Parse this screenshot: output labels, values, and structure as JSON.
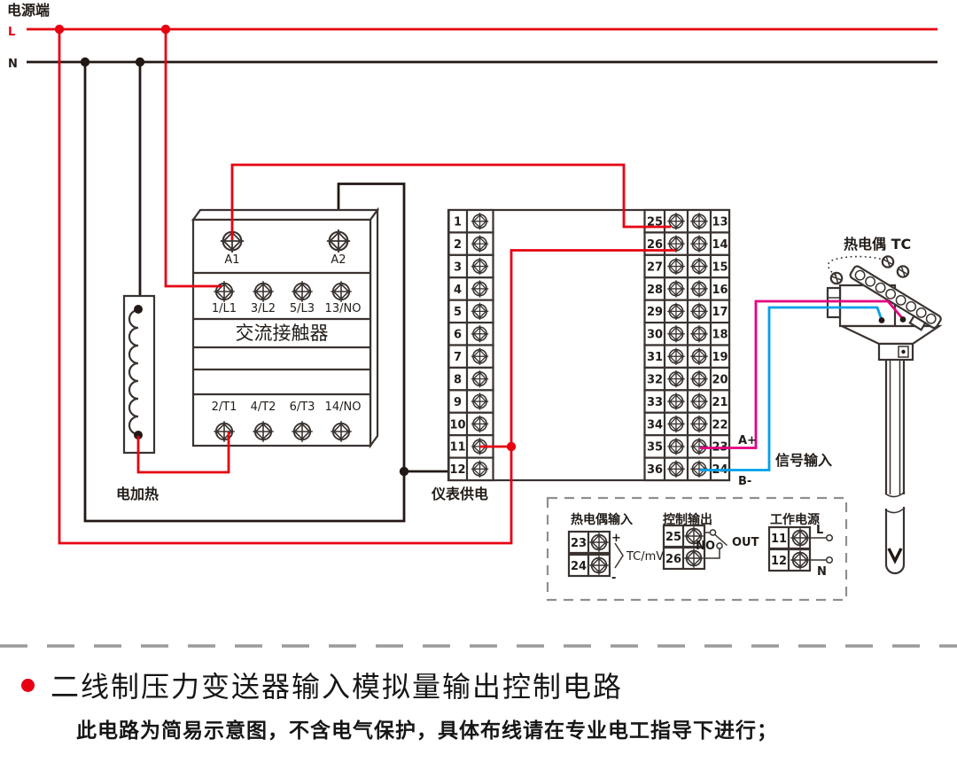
{
  "power": {
    "title": "电源端",
    "live_label": "L",
    "neutral_label": "N"
  },
  "contactor": {
    "name": "交流接触器",
    "coil_terminals": [
      "A1",
      "A2"
    ],
    "input_terminals": [
      "1/L1",
      "3/L2",
      "5/L3",
      "13/NO"
    ],
    "output_terminals": [
      "2/T1",
      "4/T2",
      "6/T3",
      "14/NO"
    ]
  },
  "heater": {
    "label": "电加热"
  },
  "instrument": {
    "supply_label": "仪表供电",
    "left_terminals": [
      "1",
      "2",
      "3",
      "4",
      "5",
      "6",
      "7",
      "8",
      "9",
      "10",
      "11",
      "12"
    ],
    "right_outer_terminals": [
      "25",
      "26",
      "27",
      "28",
      "29",
      "30",
      "31",
      "32",
      "33",
      "34",
      "35",
      "36"
    ],
    "right_inner_terminals": [
      "13",
      "14",
      "15",
      "16",
      "17",
      "18",
      "19",
      "20",
      "21",
      "22",
      "23",
      "24"
    ],
    "a_plus": "A+",
    "b_minus": "B-",
    "signal_label": "信号输入"
  },
  "thermocouple": {
    "label": "热电偶 TC"
  },
  "detail_box": {
    "tc_input": {
      "title": "热电偶输入",
      "terminals": [
        "23",
        "24"
      ],
      "plus": "+",
      "minus": "-",
      "signal_type": "TC/mV"
    },
    "control_output": {
      "title": "控制输出",
      "terminals": [
        "25",
        "26"
      ],
      "contact": "NO",
      "out": "OUT"
    },
    "working_power": {
      "title": "工作电源",
      "terminals": [
        "11",
        "12"
      ],
      "live": "L",
      "neutral": "N"
    }
  },
  "caption": {
    "title": "二线制压力变送器输入模拟量输出控制电路",
    "note": "此电路为简易示意图，不含电气保护，具体布线请在专业电工指导下进行；"
  },
  "colors": {
    "live_wire": "#e60012",
    "neutral_wire": "#231815",
    "tc_positive_wire": "#e4007f",
    "tc_negative_wire": "#00a0e9",
    "outline": "#3a3330",
    "dashed_line": "#9a9a9a"
  }
}
